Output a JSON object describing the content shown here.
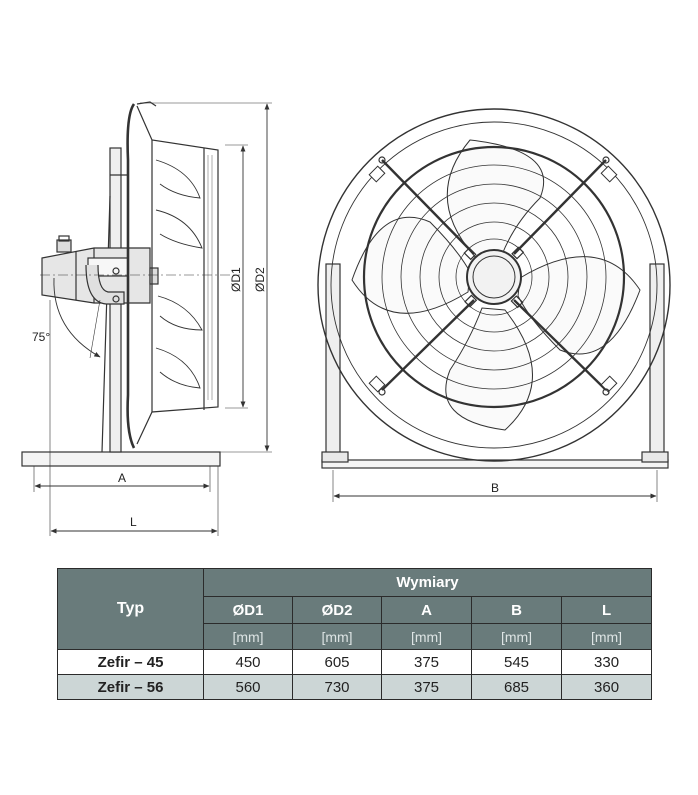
{
  "drawing": {
    "angle_label": "75°",
    "d1_label": "ØD1",
    "d2_label": "ØD2",
    "a_label": "A",
    "b_label": "B",
    "l_label": "L"
  },
  "table": {
    "typ_header": "Typ",
    "group_header": "Wymiary",
    "columns": [
      "ØD1",
      "ØD2",
      "A",
      "B",
      "L"
    ],
    "unit": "[mm]",
    "rows": [
      {
        "name": "Zefir – 45",
        "values": [
          "450",
          "605",
          "375",
          "545",
          "330"
        ]
      },
      {
        "name": "Zefir – 56",
        "values": [
          "560",
          "730",
          "375",
          "685",
          "360"
        ]
      }
    ]
  },
  "colors": {
    "header_bg": "#697b7b",
    "row_alt_bg": "#ccd6d6",
    "line": "#333333"
  }
}
